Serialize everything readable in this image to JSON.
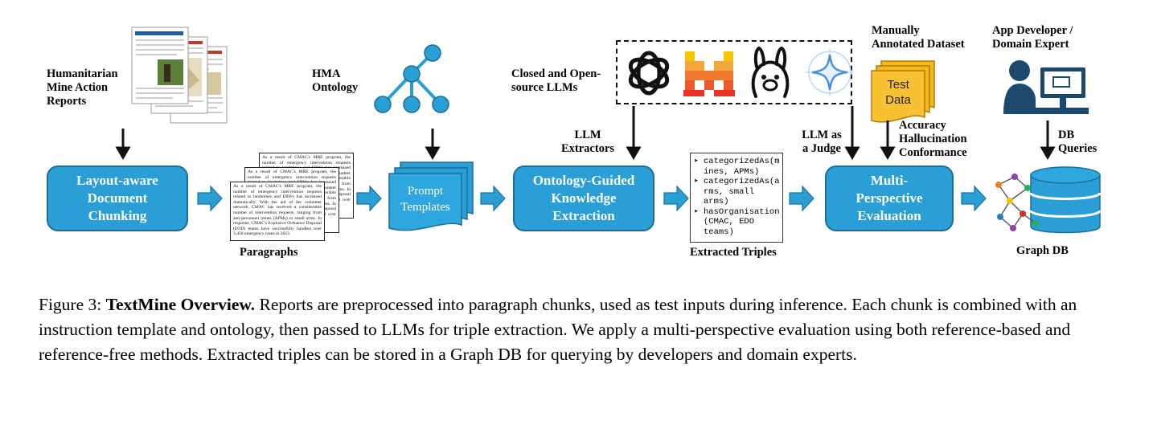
{
  "inputs": {
    "reports_label": "Humanitarian\nMine Action\nReports",
    "ontology_label": "HMA\nOntology",
    "llms_label": "Closed and Open-\nsource LLMs",
    "dataset_label": "Manually\nAnnotated Dataset",
    "test_data_label": "Test\nData",
    "user_label": "App Developer /\nDomain Expert"
  },
  "arrow_labels": {
    "llm_extractors": "LLM\nExtractors",
    "llm_judge": "LLM as\na Judge",
    "metrics": "Accuracy\nHallucination\nConformance",
    "db_queries": "DB\nQueries"
  },
  "pipeline": {
    "chunking": "Layout-aware\nDocument\nChunking",
    "prompt_templates": "Prompt\nTemplates",
    "extraction": "Ontology-Guided\nKnowledge\nExtraction",
    "evaluation": "Multi-\nPerspective\nEvaluation"
  },
  "outputs": {
    "paragraphs_label": "Paragraphs",
    "paragraph_text": "As a result of CMAC's MRE program, the number of emergency intervention requests related to landmines and ERWs has increased dramatically. With the aid of the volunteer network, CMAC has received a considerable number of intervention requests, ranging from anti-personnel mines (APMs) to small arms. In response, CMAC's Explosive Ordnance Disposal (EOD) teams have successfully handled over 3,456 emergency cases in 2023.",
    "triples_label": "Extracted Triples",
    "triples": [
      "categorizedAs(m\nines, APMs)",
      "categorizedAs(a\nrms, small\narms)",
      "hasOrganisation\n(CMAC, EDO\nteams)"
    ],
    "graph_db_label": "Graph DB"
  },
  "caption": {
    "figure_no": "Figure 3: ",
    "title": "TextMine Overview.",
    "body": " Reports are preprocessed into paragraph chunks, used as test inputs during inference. Each chunk is combined with an instruction template and ontology, then passed to LLMs for triple extraction. We apply a multi-perspective evaluation using both reference-based and reference-free methods. Extracted triples can be stored in a Graph DB for querying by developers and domain experts."
  },
  "colors": {
    "box_fill": "#2a9fd6",
    "box_border": "#1c6e97",
    "arrow": "#2a9fd6",
    "test_data": "#f5b91d"
  }
}
